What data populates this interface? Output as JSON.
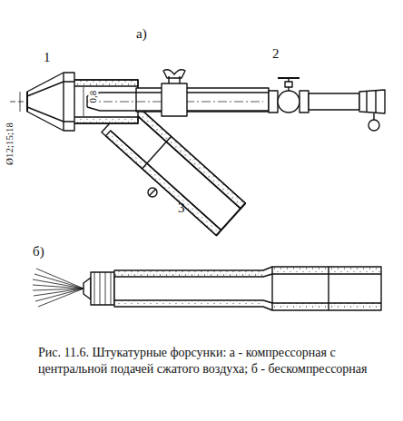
{
  "diagram": {
    "caption": "Рис. 11.6. Штукатурные форсунки: а - компрессорная с центральной подачей сжатого воздуха; б - бескомпрессорная",
    "labels": [
      "а)",
      "1",
      "2",
      "3",
      "0,8",
      "Ø12;15;18",
      "б)"
    ]
  }
}
